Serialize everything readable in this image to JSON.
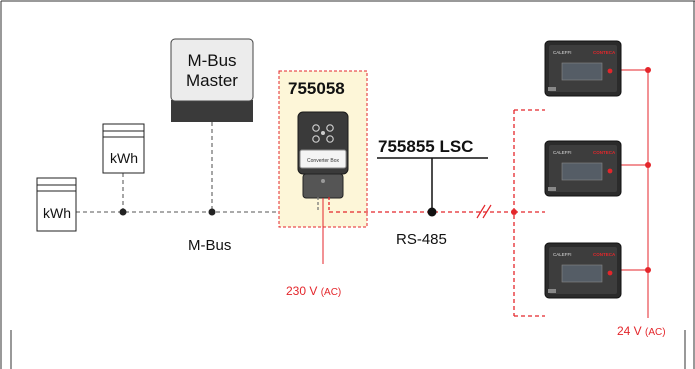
{
  "master": {
    "line1": "M-Bus",
    "line2": "Master"
  },
  "meter_left": {
    "label": "kWh"
  },
  "meter_mid": {
    "label": "kWh"
  },
  "bus_label": "M-Bus",
  "converter": {
    "model": "755058",
    "screen_text": "Converter Box"
  },
  "cable": {
    "model": "755855 LSC",
    "interface": "RS-485"
  },
  "power_converter": {
    "value": "230 V",
    "unit": "(AC)"
  },
  "power_displays": {
    "value": "24 V",
    "unit": "(AC)"
  },
  "display": {
    "brand_left": "CALEFFI",
    "brand_right": "CONTECA"
  },
  "colors": {
    "power": "#e4262b",
    "bus": "#777777",
    "converter_bg": "#fdf6d8"
  }
}
